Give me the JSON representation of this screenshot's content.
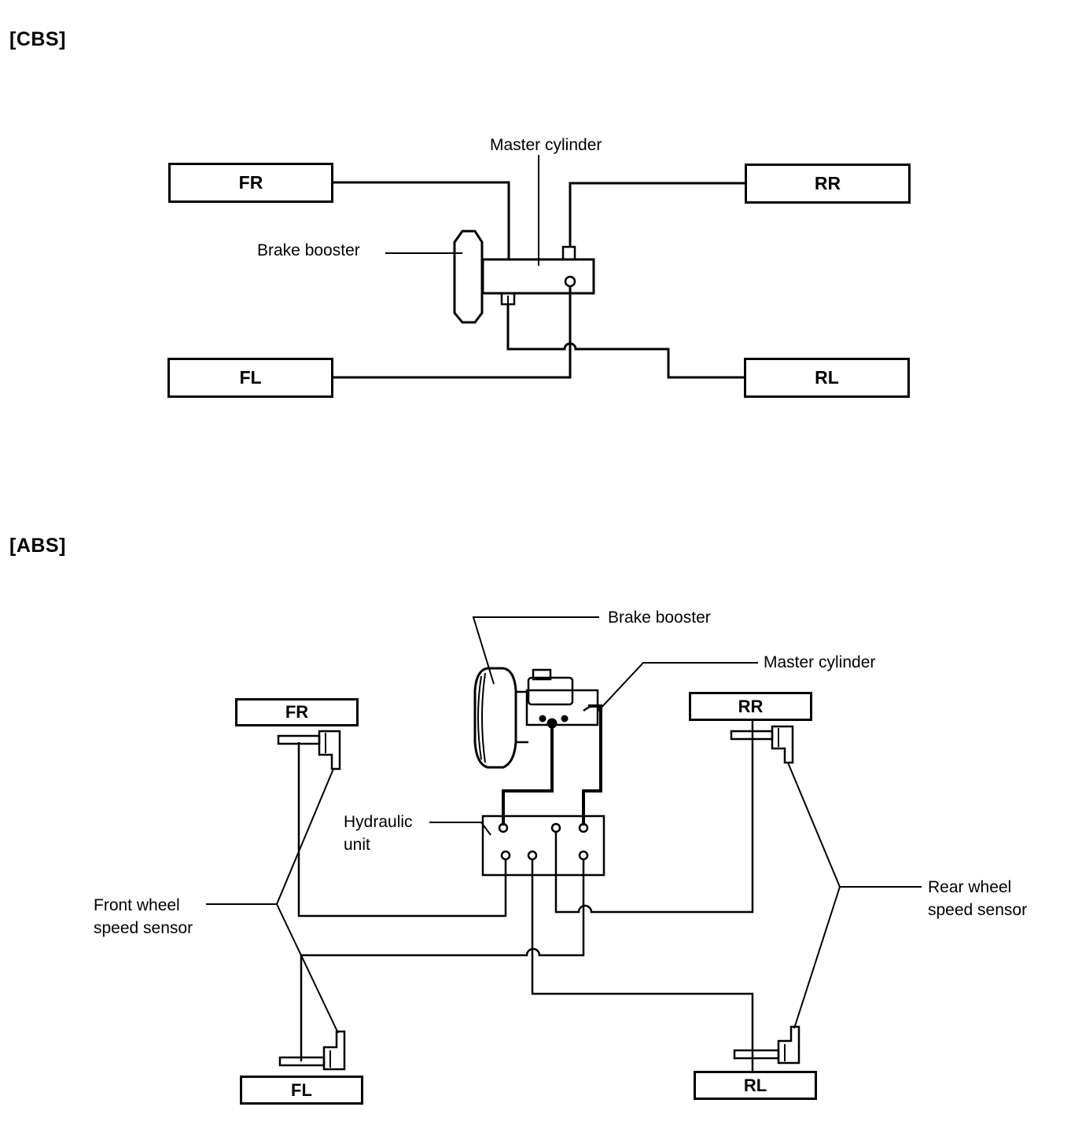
{
  "cbs": {
    "title": "[CBS]",
    "labels": {
      "master_cylinder": "Master cylinder",
      "brake_booster": "Brake booster"
    },
    "wheels": {
      "fr": "FR",
      "rr": "RR",
      "fl": "FL",
      "rl": "RL"
    }
  },
  "abs": {
    "title": "[ABS]",
    "labels": {
      "brake_booster": "Brake booster",
      "master_cylinder": "Master cylinder",
      "hydraulic_unit_line1": "Hydraulic",
      "hydraulic_unit_line2": "unit",
      "front_sensor_line1": "Front wheel",
      "front_sensor_line2": "speed sensor",
      "rear_sensor_line1": "Rear wheel",
      "rear_sensor_line2": "speed sensor"
    },
    "wheels": {
      "fr": "FR",
      "rr": "RR",
      "fl": "FL",
      "rl": "RL"
    }
  }
}
